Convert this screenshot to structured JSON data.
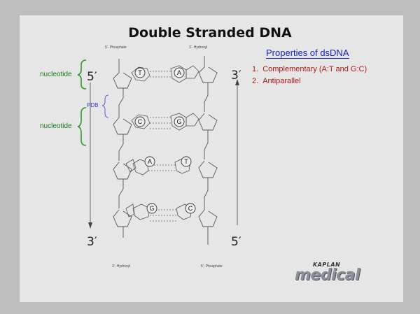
{
  "title": "Double Stranded DNA",
  "properties": {
    "heading": "Properties of dsDNA",
    "items": [
      {
        "num": "1.",
        "text": "Complementary (A:T and G:C)"
      },
      {
        "num": "2.",
        "text": "Antiparallel"
      }
    ]
  },
  "strand_ends": {
    "left_top": "5′",
    "left_bottom": "3′",
    "right_top": "3′",
    "right_bottom": "5′"
  },
  "labels": {
    "nucleotide_1": "nucleotide",
    "nucleotide_2": "nucleotide",
    "pdb": "PDB",
    "top_left": "5'- Phosphate",
    "top_right": "3'- Hydroxyl",
    "bottom_left": "3'- Hydroxyl",
    "bottom_right": "5'- Phosphate"
  },
  "base_pairs": [
    {
      "left": "T",
      "right": "A"
    },
    {
      "left": "C",
      "right": "G"
    },
    {
      "left": "A",
      "right": "T"
    },
    {
      "left": "G",
      "right": "C"
    }
  ],
  "logo": {
    "top": "KAPLAN",
    "main": "medical"
  },
  "colors": {
    "heading": "#1a22c8",
    "property_text": "#b01818",
    "nucleotide_label": "#1a7a1a",
    "pdb_label": "#3a3ad8",
    "background": "#e6e6e6"
  }
}
